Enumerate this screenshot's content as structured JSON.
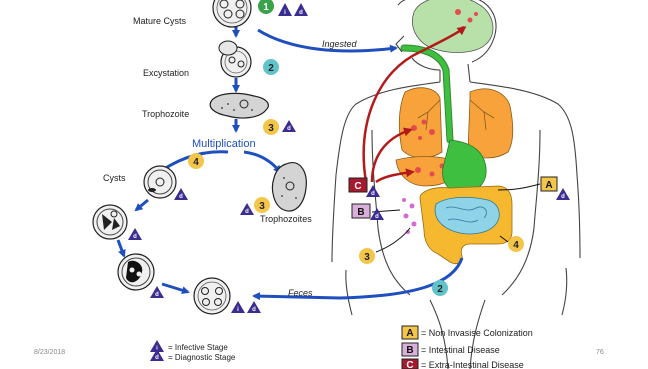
{
  "slide": {
    "date": "8/23/2018",
    "page_number": "76"
  },
  "diagram": {
    "labels": {
      "mature_cysts": "Mature Cysts",
      "ingested": "Ingested",
      "excystation": "Excystation",
      "trophozoite": "Trophozoite",
      "multiplication": "Multiplication",
      "cysts": "Cysts",
      "trophozoites": "Trophozoites",
      "feces": "Feces"
    },
    "stage_numbers": [
      "1",
      "2",
      "3",
      "4"
    ],
    "region_letters": [
      "A",
      "B",
      "C"
    ],
    "marker_letters": {
      "infective": "i",
      "diagnostic": "d"
    }
  },
  "legend_stage": {
    "infective": "= Infective Stage",
    "diagnostic": "= Diagnostic Stage"
  },
  "legend_disease": {
    "items": [
      {
        "letter": "A",
        "text": "= Non Invasise Colonization",
        "color": "#f3c64a"
      },
      {
        "letter": "B",
        "text": "= Intestinal Disease",
        "color": "#d9b0dc"
      },
      {
        "letter": "C",
        "text": "= Extra-Intestinal Disease",
        "color": "#a6192e"
      }
    ]
  },
  "colors": {
    "arrow_blue": "#1f4fbf",
    "arrow_red": "#b31b1b",
    "stage_yellow": "#f3c64a",
    "stage_teal": "#5fc3c9",
    "stage_green": "#3aa34a",
    "lung_orange": "#f7a23b",
    "gut_green": "#3fbf3f",
    "brain_green": "#b7e1a8",
    "intestine_cyan": "#8ed3e8",
    "colon_yellow": "#f5b82e"
  }
}
